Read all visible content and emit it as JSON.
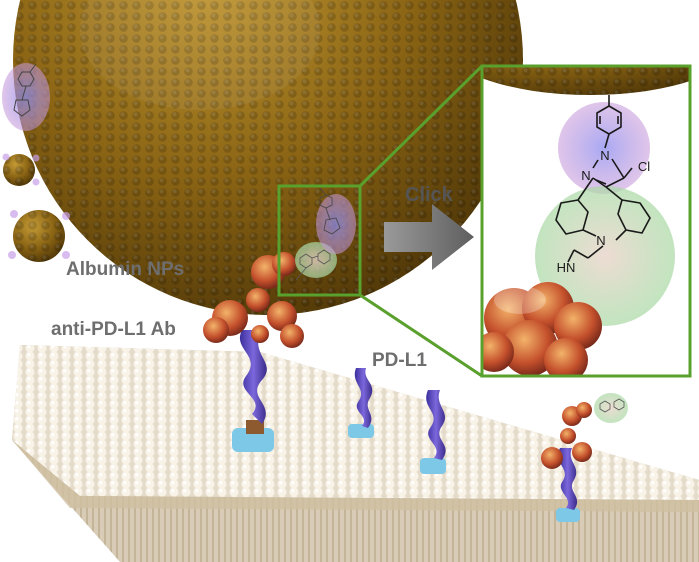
{
  "labels": {
    "albumin": "Albumin NPs",
    "antibody": "anti-PD-L1 Ab",
    "receptor": "PD-L1",
    "reaction": "Click"
  },
  "structure_labels": {
    "chlorine": "Cl",
    "nitrogen_top": "N",
    "nitrogen_ring": "N",
    "nitrogen_amine": "N",
    "amine": "HN"
  },
  "colors": {
    "nanoparticle": "#8a6414",
    "highlight_box": "#5aa02c",
    "arrow": "#707070",
    "antibody": "#c0502a",
    "receptor": "#5a46b4",
    "receptor_base": "#7cc8e6",
    "membrane": "#d8cfc0",
    "label_text": "#6e6e6e",
    "purple_glow": "#a77fd6",
    "green_glow": "#9fd49f"
  }
}
